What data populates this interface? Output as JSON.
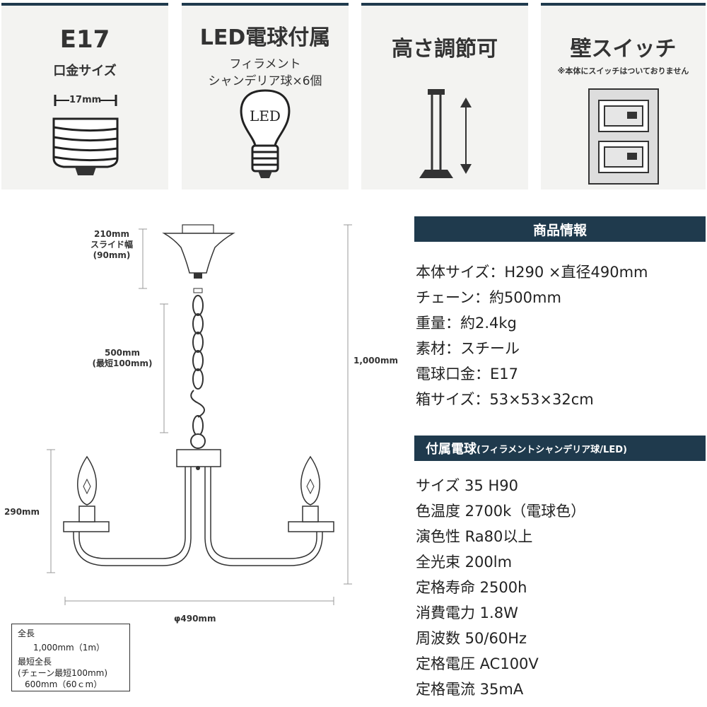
{
  "cards": [
    {
      "title": "E17",
      "sub": "口金サイズ",
      "measure": "17mm",
      "icon": "socket-icon"
    },
    {
      "title": "LED電球付属",
      "sub1": "フィラメント",
      "sub2": "シャンデリア球×6個",
      "bulb_label": "LED",
      "icon": "led-bulb-icon"
    },
    {
      "title": "高さ調節可",
      "icon": "height-adjust-icon"
    },
    {
      "title": "壁スイッチ",
      "note": "※本体にスイッチはついておりません",
      "icon": "wall-switch-icon"
    }
  ],
  "diagram": {
    "ceiling_label": [
      "210mm",
      "スライド幅",
      "(90mm)"
    ],
    "chain_label": [
      "500mm",
      "(最短100mm)"
    ],
    "total_label": "1,000mm",
    "body_label": "290mm",
    "width_label": "φ490mm",
    "note": {
      "l1": "全長",
      "l2": "1,000mm（1m）",
      "l3": "最短全長",
      "l4": "(チェーン最短100mm)",
      "l5": "600mm（60ｃm）"
    }
  },
  "product_info": {
    "header": "商品情報",
    "rows": [
      "本体サイズ：H290 ×直径490mm",
      "チェーン：約500mm",
      "重量：約2.4kg",
      "素材：スチール",
      "電球口金：E17",
      "箱サイズ：53×53×32cm"
    ]
  },
  "bulb_info": {
    "header_main": "付属電球",
    "header_sub": "(フィラメントシャンデリア球/LED)",
    "rows": [
      "サイズ 35 H90",
      "色温度 2700k（電球色）",
      "演色性 Ra80以上",
      "全光束 200lm",
      "定格寿命 2500h",
      "消費電力 1.8W",
      "周波数 50/60Hz",
      "定格電圧 AC100V",
      "定格電流 35mA"
    ]
  },
  "colors": {
    "navy": "#1f3a4d",
    "card_bg": "#f3f3f1"
  }
}
